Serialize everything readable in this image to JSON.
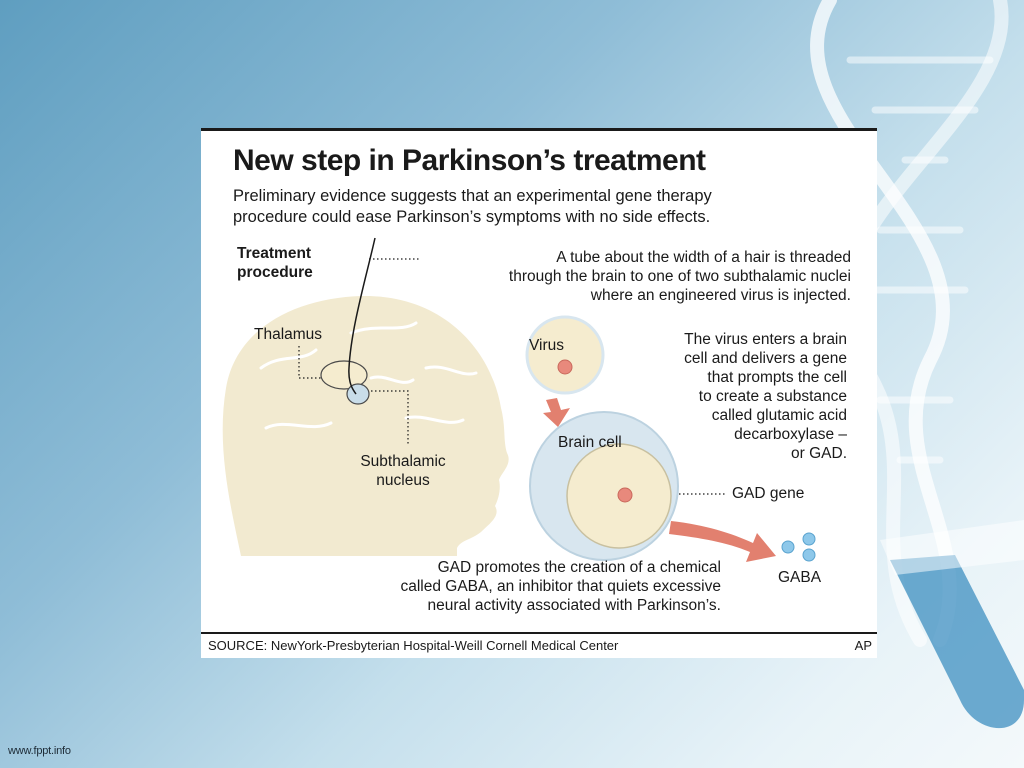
{
  "slide": {
    "footer_credit": "www.fppt.info"
  },
  "infographic": {
    "title": "New step in Parkinson’s treatment",
    "subtitle": "Preliminary evidence suggests that an experimental gene therapy\nprocedure could ease Parkinson’s symptoms with no side effects.",
    "treatment_label": "Treatment\nprocedure",
    "tube_caption": "A tube about the width of a hair is threaded\nthrough the brain to one of two subthalamic nuclei\nwhere an engineered virus is injected.",
    "thalamus_label": "Thalamus",
    "subthalamic_label": "Subthalamic\nnucleus",
    "virus_label": "Virus",
    "virus_caption": "The virus enters a brain\ncell and delivers a gene\nthat prompts the cell\nto create a substance\ncalled glutamic acid\ndecarboxylase –\nor GAD.",
    "brain_cell_label": "Brain cell",
    "gad_gene_label": "GAD gene",
    "gaba_label": "GABA",
    "gaba_caption": "GAD promotes the creation of a chemical\ncalled GABA, an inhibitor that quiets excessive\nneural activity associated with Parkinson’s.",
    "source": "SOURCE: NewYork-Presbyterian Hospital-Weill Cornell Medical Center",
    "credit": "AP"
  },
  "colors": {
    "head_fill": "#f2ead0",
    "cell_outer": "#d8e6ef",
    "cell_inner": "#f5eccf",
    "dot_red": "#e8897c",
    "arrow": "#e2806f",
    "gaba_blue": "#8ec8ea",
    "nucleus_blue": "#c9dde9"
  }
}
